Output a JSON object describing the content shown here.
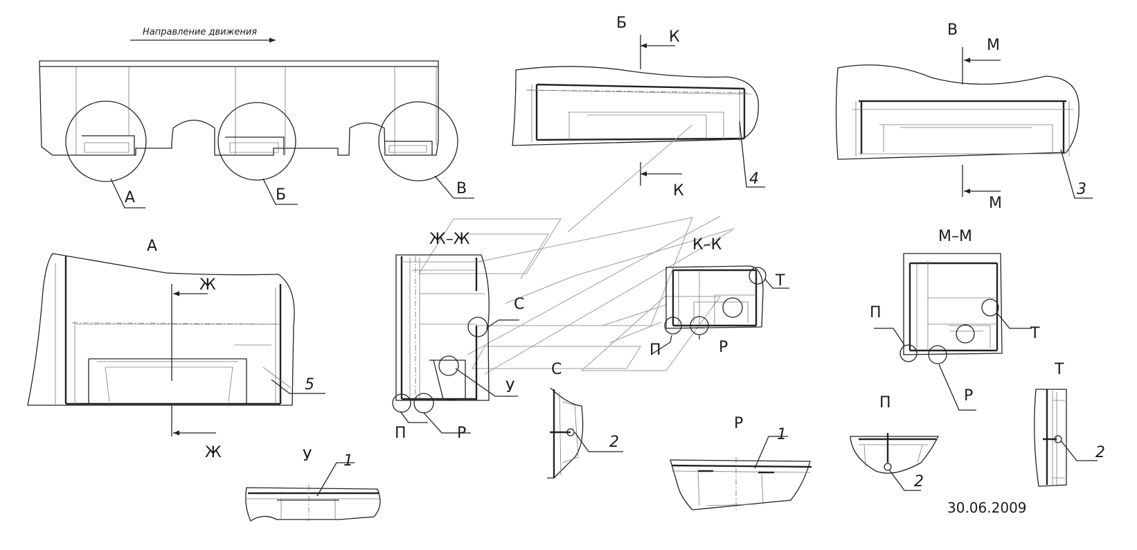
{
  "title": "Направление движения",
  "date": "30.06.2009",
  "labels": {
    "A_call": "А",
    "B_call": "Б",
    "V_call": "В",
    "A_view": "А",
    "B_view": "Б",
    "V_view": "В",
    "K_top": "К",
    "K_bot": "К",
    "M_top": "М",
    "M_bot": "М",
    "ZH_top": "Ж",
    "ZH_bot": "Ж",
    "ZHZH": "Ж–Ж",
    "KK": "К–К",
    "MM": "М–М",
    "S1": "С",
    "S2": "С",
    "U_call": "У",
    "U_view": "У",
    "P1": "П",
    "P2": "П",
    "P3": "П",
    "P_view": "П",
    "R1": "Р",
    "R2": "Р",
    "R3": "Р",
    "R_view": "Р",
    "T1": "Т",
    "T2": "Т",
    "T_view": "Т",
    "n1a": "1",
    "n1b": "1",
    "n2a": "2",
    "n2b": "2",
    "n2c": "2",
    "n3": "3",
    "n4": "4",
    "n5": "5"
  }
}
